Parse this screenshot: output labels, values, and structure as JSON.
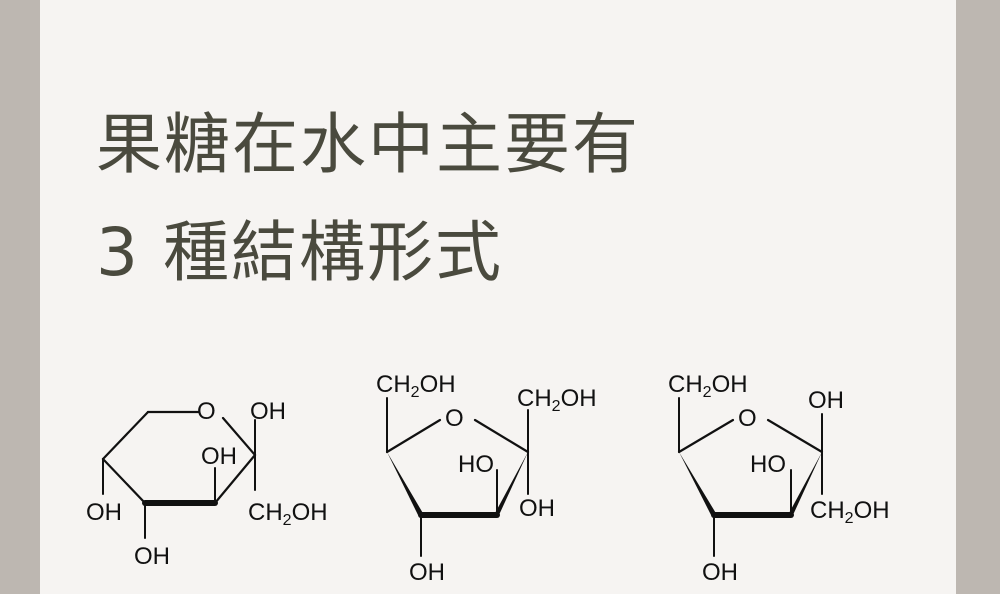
{
  "title": {
    "line1": "果糖在水中主要有",
    "line2": "3 種結構形式"
  },
  "structures": [
    {
      "ring_oxygen": "O",
      "labels": {
        "oh_top": "OH",
        "oh_ring": "OH",
        "oh_left": "OH",
        "oh_bottom": "OH",
        "ch2oh_main": "CH",
        "ch2oh_sub": "2",
        "ch2oh_tail": "OH"
      }
    },
    {
      "ring_oxygen": "O",
      "labels": {
        "ch2oh_left_main": "CH",
        "ch2oh_left_sub": "2",
        "ch2oh_left_tail": "OH",
        "ch2oh_right_main": "CH",
        "ch2oh_right_sub": "2",
        "ch2oh_right_tail": "OH",
        "ho_ring": "HO",
        "oh_right": "OH",
        "oh_bottom": "OH"
      }
    },
    {
      "ring_oxygen": "O",
      "labels": {
        "ch2oh_left_main": "CH",
        "ch2oh_left_sub": "2",
        "ch2oh_left_tail": "OH",
        "oh_top": "OH",
        "ho_ring": "HO",
        "ch2oh_right_main": "CH",
        "ch2oh_right_sub": "2",
        "ch2oh_right_tail": "OH",
        "oh_bottom": "OH"
      }
    }
  ]
}
